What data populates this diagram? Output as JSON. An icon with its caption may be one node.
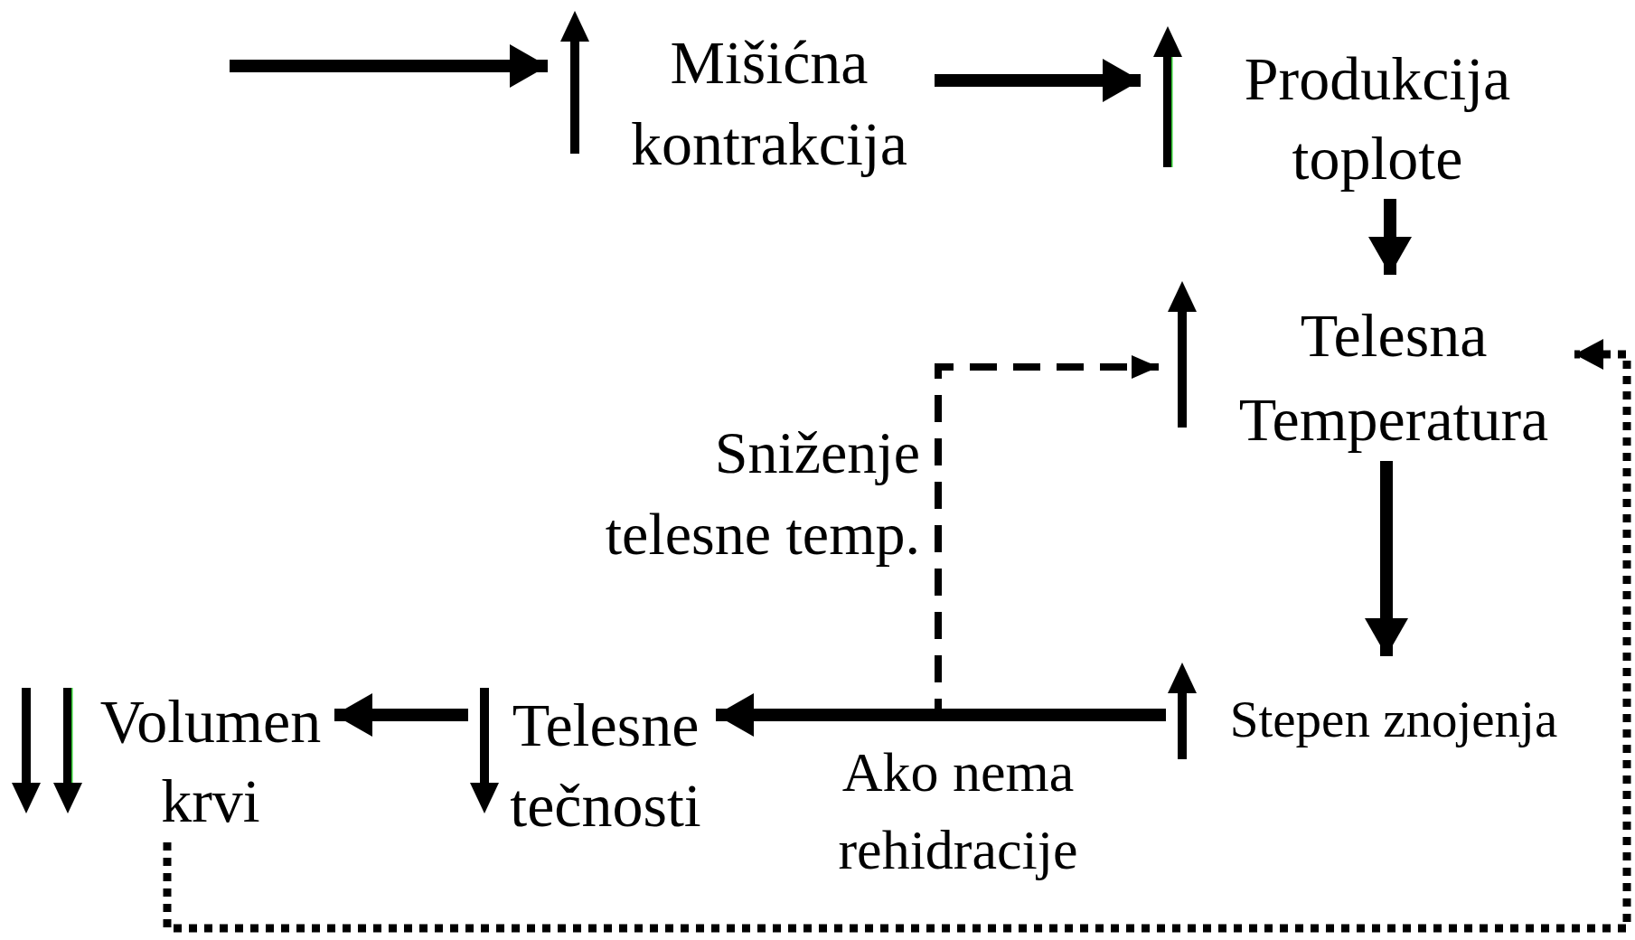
{
  "diagram": {
    "nodes": [
      {
        "text": [
          "Mišićna kontrakcija"
        ]
      },
      {
        "text": [
          "Produkcija toplote"
        ]
      },
      {
        "text": [
          "Telesna Temperatura"
        ]
      },
      {
        "text": [
          "Stepen znojenja"
        ]
      },
      {
        "text": [
          "Telesne tečnosti"
        ]
      },
      {
        "text": [
          "Volumen krvi"
        ]
      }
    ],
    "edges": [
      {
        "from": null,
        "to": 0,
        "arrow": "to"
      },
      {
        "from": 0,
        "to": 1,
        "arrow": "to"
      },
      {
        "from": 1,
        "to": 2,
        "arrow": "to"
      },
      {
        "from": 2,
        "to": 3,
        "arrow": "to"
      },
      {
        "from": 3,
        "to": 4,
        "arrow": "to",
        "label": "Ako nema rehidracije"
      },
      {
        "from": 4,
        "to": 5,
        "arrow": "to"
      },
      {
        "from": 5,
        "to": 2,
        "arrow": "to",
        "style": "dashed"
      },
      {
        "from": 3,
        "to": 2,
        "arrow": "to",
        "style": "dashed",
        "label": "Sniženje telesne temp."
      }
    ]
  }
}
